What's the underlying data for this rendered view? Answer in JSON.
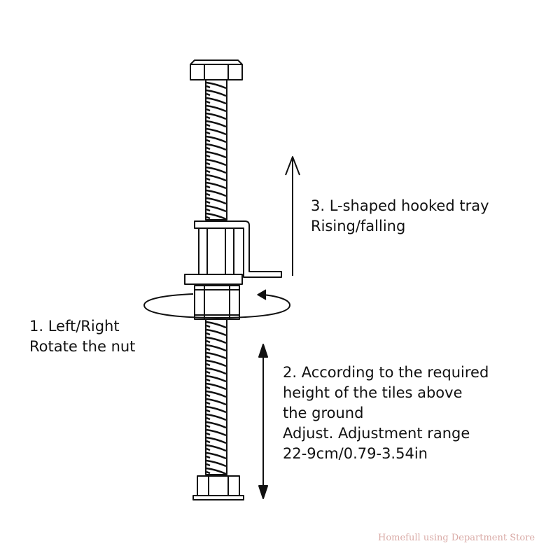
{
  "labels": {
    "step3": {
      "line1": "3. L-shaped hooked tray",
      "line2": "Rising/falling"
    },
    "step1": {
      "line1": "1. Left/Right",
      "line2": "Rotate the nut"
    },
    "step2": {
      "line1": "2. According to the required",
      "line2": "height of the tiles above",
      "line3": "the ground",
      "line4": "Adjust. Adjustment range",
      "line5": "22-9cm/0.79-3.54in"
    }
  },
  "watermark": "Homefull using Department Store",
  "colors": {
    "ink": "#111111",
    "watermark": "#d9aaa6",
    "background": "#ffffff"
  }
}
